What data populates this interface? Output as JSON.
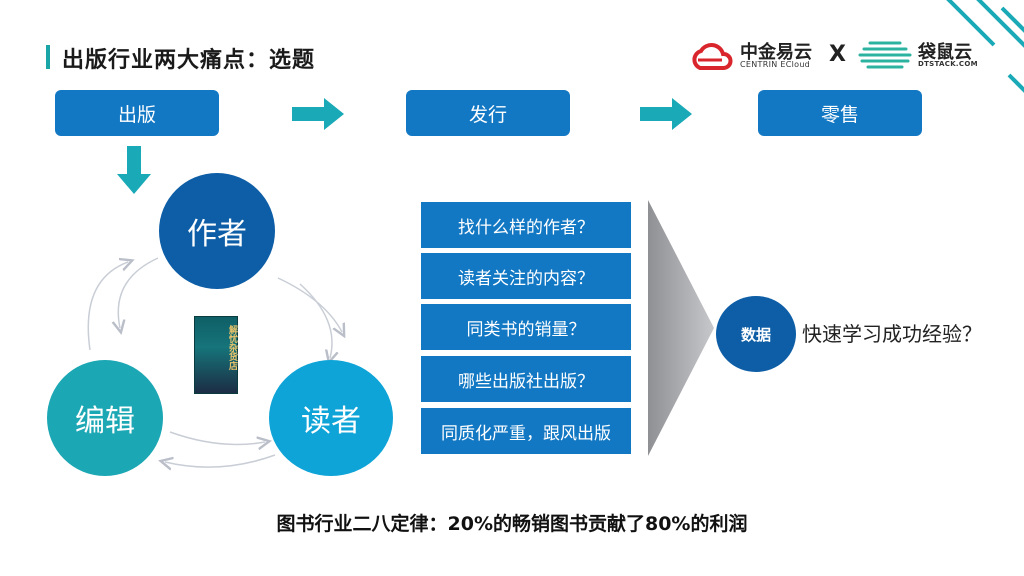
{
  "header": {
    "title": "出版行业两大痛点：选题",
    "logo1_name": "中金易云",
    "logo1_sub": "CENTRIN ECloud",
    "separator": "X",
    "logo2_name": "袋鼠云",
    "logo2_sub": "DTSTACK.COM"
  },
  "flow": {
    "steps": [
      "出版",
      "发行",
      "零售"
    ]
  },
  "cycle": {
    "author": "作者",
    "editor": "编辑",
    "reader": "读者",
    "book_title": "解忧杂货店"
  },
  "questions": [
    "找什么样的作者？",
    "读者关注的内容？",
    "同类书的销量？",
    "哪些出版社出版？",
    "同质化严重，跟风出版"
  ],
  "result": {
    "badge": "数据",
    "text": "快速学习成功经验？"
  },
  "footer": {
    "text": "图书行业二八定律：20%的畅销图书贡献了80%的利润"
  },
  "colors": {
    "primary_blue": "#1278c4",
    "dark_blue": "#0d5ea6",
    "teal": "#1ba7b3",
    "cyan": "#0ea4d8",
    "arrow_teal": "#19a9b7"
  }
}
